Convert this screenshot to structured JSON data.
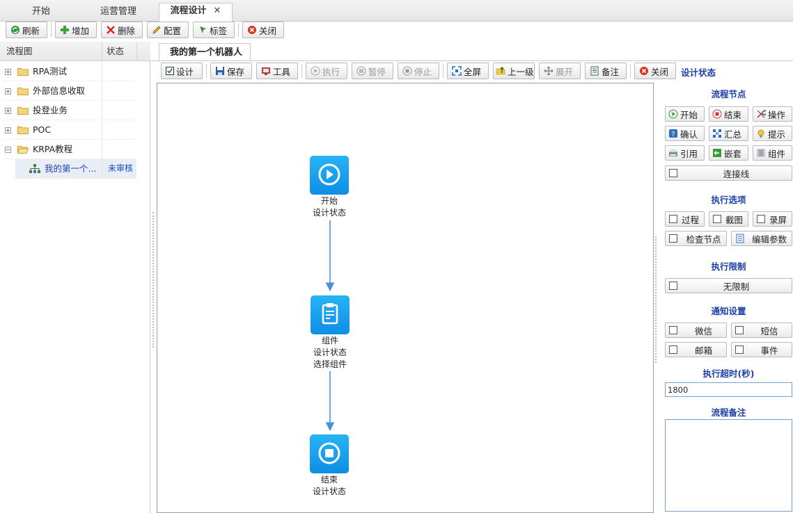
{
  "top_tabs": [
    {
      "label": "开始"
    },
    {
      "label": "运营管理"
    },
    {
      "label": "流程设计",
      "close": "✕"
    }
  ],
  "main_toolbar": {
    "refresh": "刷新",
    "add": "增加",
    "delete": "删除",
    "config": "配置",
    "tag": "标签",
    "close": "关闭"
  },
  "tree": {
    "col_flow": "流程图",
    "col_status": "状态",
    "items": [
      {
        "label": "RPA测试",
        "toggle": "+"
      },
      {
        "label": "外部信息收取",
        "toggle": "+"
      },
      {
        "label": "投登业务",
        "toggle": "+"
      },
      {
        "label": "POC",
        "toggle": "+"
      },
      {
        "label": "KRPA教程",
        "toggle": "−"
      },
      {
        "label": "我的第一个...",
        "status": "未审核"
      }
    ]
  },
  "doc_tab": {
    "label": "我的第一个机器人",
    "close": "✕"
  },
  "design_toolbar": {
    "design": "设计",
    "save": "保存",
    "tools": "工具",
    "run": "执行",
    "pause": "暂停",
    "stop": "停止",
    "fullscreen": "全屏",
    "up_level": "上一级",
    "expand": "展开",
    "note": "备注",
    "close": "关闭",
    "status": "设计状态"
  },
  "flow_nodes": [
    {
      "title": "开始",
      "line2": "设计状态",
      "icon": "play-circle-icon"
    },
    {
      "title": "组件",
      "line2": "设计状态",
      "line3": "选择组件",
      "icon": "clipboard-icon"
    },
    {
      "title": "结束",
      "line2": "设计状态",
      "icon": "stop-circle-icon"
    }
  ],
  "right_panel": {
    "flow_nodes_title": "流程节点",
    "node_buttons": [
      "开始",
      "结束",
      "操作",
      "确认",
      "汇总",
      "提示",
      "引用",
      "嵌套",
      "组件"
    ],
    "connector": "连接线",
    "exec_options_title": "执行选项",
    "process": "过程",
    "screenshot": "截图",
    "recording": "录屏",
    "check_nodes": "检查节点",
    "edit_params": "编辑参数",
    "exec_limit_title": "执行限制",
    "unlimited": "无限制",
    "notify_title": "通知设置",
    "wechat": "微信",
    "sms": "短信",
    "email": "邮箱",
    "event": "事件",
    "timeout_title": "执行超时(秒)",
    "timeout_value": "1800",
    "note_title": "流程备注",
    "note_value": ""
  },
  "colors": {
    "accent_blue": "#1b3fa8",
    "node_blue": "#1a9ff0",
    "arrow": "#4a8fe0"
  }
}
